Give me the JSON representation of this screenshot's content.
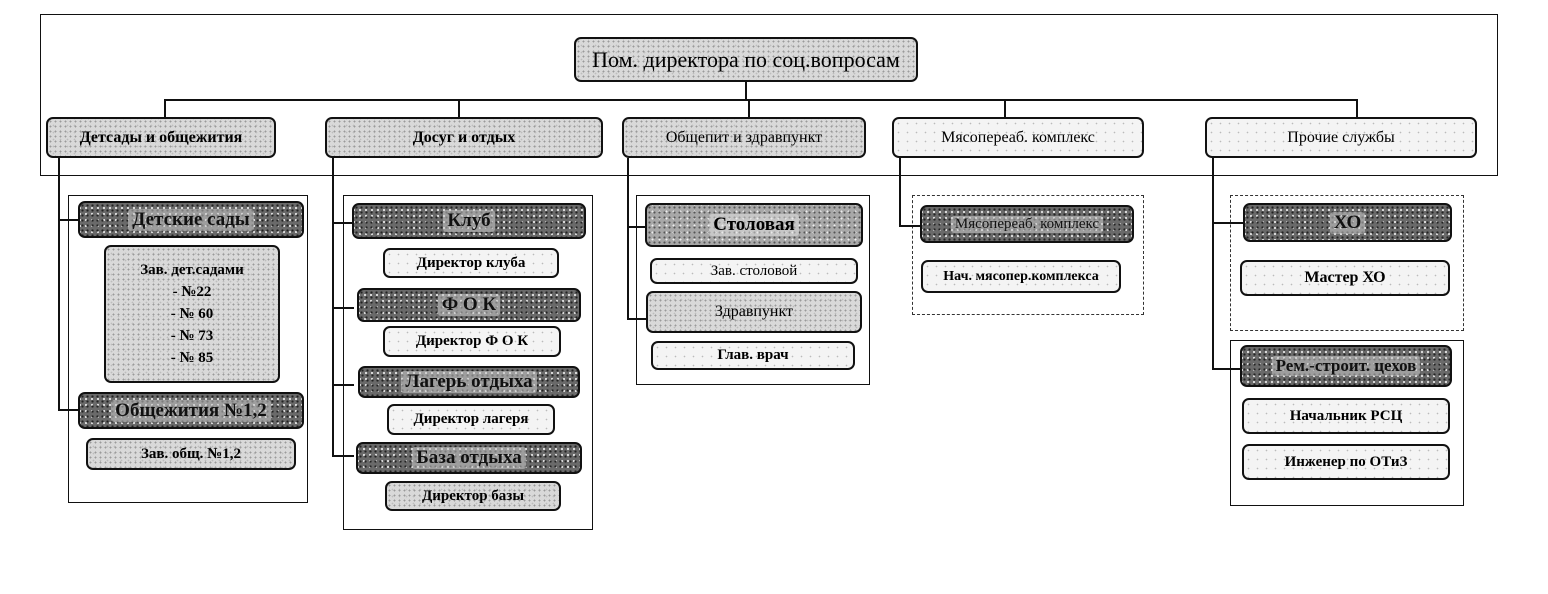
{
  "root": {
    "label": "Пом. директора по соц.вопросам"
  },
  "departments": [
    {
      "label": "Детсады и общежития",
      "units": [
        {
          "label": "Детские сады",
          "roles": [
            "Зав. дет.садами"
          ],
          "list": [
            "- №22",
            "- № 60",
            "- № 73",
            "- № 85"
          ]
        },
        {
          "label": "Общежития №1,2",
          "roles": [
            "Зав. общ. №1,2"
          ]
        }
      ]
    },
    {
      "label": "Досуг и отдых",
      "units": [
        {
          "label": "Клуб",
          "roles": [
            "Директор клуба"
          ]
        },
        {
          "label": "Ф О К",
          "roles": [
            "Директор Ф О К"
          ]
        },
        {
          "label": "Лагерь отдыха",
          "roles": [
            "Директор лагеря"
          ]
        },
        {
          "label": "База отдыха",
          "roles": [
            "Директор базы"
          ]
        }
      ]
    },
    {
      "label": "Общепит и здравпункт",
      "units": [
        {
          "label": "Столовая",
          "roles": [
            "Зав. столовой"
          ]
        },
        {
          "label": "Здравпункт",
          "roles": [
            "Глав. врач"
          ]
        }
      ]
    },
    {
      "label": "Мясопереаб. комплекс",
      "units": [
        {
          "label": "Мясопереаб. комплекс",
          "roles": [
            "Нач. мясопер.комплекса"
          ]
        }
      ]
    },
    {
      "label": "Прочие службы",
      "units": [
        {
          "label": "ХО",
          "roles": [
            "Мастер ХО"
          ]
        },
        {
          "label": "Рем.-строит. цехов",
          "roles": [
            "Начальник РСЦ",
            "Инженер по ОТиЗ"
          ]
        }
      ]
    }
  ]
}
